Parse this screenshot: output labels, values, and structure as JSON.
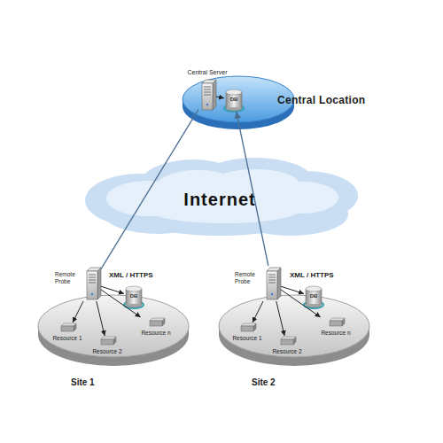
{
  "diagram": {
    "nodes": [
      {
        "text": [
          "Central Location"
        ]
      },
      {
        "text": [
          "Central Server"
        ],
        "in": 0
      },
      {
        "text": [
          "DB"
        ],
        "in": 0
      },
      {
        "text": [
          "Internet"
        ]
      },
      {
        "text": [
          "Site 1"
        ]
      },
      {
        "text": [
          "Remote Probe"
        ],
        "in": 4
      },
      {
        "text": [
          "DB"
        ],
        "in": 4
      },
      {
        "text": [
          "Resource 1"
        ],
        "in": 4
      },
      {
        "text": [
          "Resource 2"
        ],
        "in": 4
      },
      {
        "text": [
          "Resource n"
        ],
        "in": 4
      },
      {
        "text": [
          "Site 2"
        ]
      },
      {
        "text": [
          "Remote Probe"
        ],
        "in": 10
      },
      {
        "text": [
          "DB"
        ],
        "in": 10
      },
      {
        "text": [
          "Resource 1"
        ],
        "in": 10
      },
      {
        "text": [
          "Resource 2"
        ],
        "in": 10
      },
      {
        "text": [
          "Resource n"
        ],
        "in": 10
      }
    ],
    "edges": [
      {
        "from": 1,
        "to": 2,
        "arrow": "to"
      },
      {
        "from": 5,
        "to": 1,
        "arrow": "none"
      },
      {
        "from": 11,
        "to": 2,
        "arrow": "to"
      },
      {
        "from": 5,
        "to": 6,
        "arrow": "to"
      },
      {
        "from": 5,
        "to": 7,
        "arrow": "to"
      },
      {
        "from": 5,
        "to": 8,
        "arrow": "to"
      },
      {
        "from": 5,
        "to": 9,
        "arrow": "to"
      },
      {
        "from": 11,
        "to": 12,
        "arrow": "to"
      },
      {
        "from": 11,
        "to": 13,
        "arrow": "to"
      },
      {
        "from": 11,
        "to": 14,
        "arrow": "to"
      },
      {
        "from": 11,
        "to": 15,
        "arrow": "to"
      }
    ],
    "labels": [
      "XML / HTTPS",
      "XML / HTTPS"
    ]
  }
}
